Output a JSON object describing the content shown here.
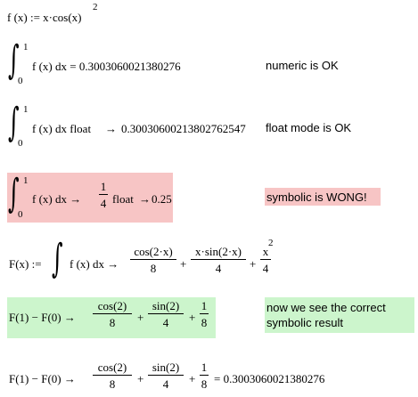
{
  "def_f": {
    "text": "f (x) := x·cos(x)",
    "exponent": "2"
  },
  "int_numeric": {
    "upper": "1",
    "lower": "0",
    "expr": "f (x) dx = 0.3003060021380276",
    "note": "numeric is OK"
  },
  "int_float": {
    "upper": "1",
    "lower": "0",
    "expr": "f (x) dx float",
    "arrow": "→",
    "result": "0.30030600213802762547",
    "note": "float mode is OK"
  },
  "int_symbolic": {
    "upper": "1",
    "lower": "0",
    "expr": "f (x) dx →",
    "frac_num": "1",
    "frac_den": "4",
    "tail": "float",
    "arrow": "→",
    "result": "0.25",
    "note": "symbolic is WONG!"
  },
  "def_F": {
    "lhs": "F(x) :=",
    "integrand": "f (x) dx →",
    "t1_num": "cos(2·x)",
    "t1_den": "8",
    "plus1": "+",
    "t2_num": "x·sin(2·x)",
    "t2_den": "4",
    "plus2": "+",
    "t3_num": "x",
    "t3_exp": "2",
    "t3_den": "4"
  },
  "diff_symbolic": {
    "lhs": "F(1) − F(0) →",
    "t1_num": "cos(2)",
    "t1_den": "8",
    "plus1": "+",
    "t2_num": "sin(2)",
    "t2_den": "4",
    "plus2": "+",
    "t3_num": "1",
    "t3_den": "8",
    "note_line1": "now we see the correct",
    "note_line2": "symbolic result"
  },
  "diff_numeric": {
    "lhs": "F(1) − F(0) →",
    "t1_num": "cos(2)",
    "t1_den": "8",
    "plus1": "+",
    "t2_num": "sin(2)",
    "t2_den": "4",
    "plus2": "+",
    "t3_num": "1",
    "t3_den": "8",
    "result": "= 0.3003060021380276"
  },
  "integral_symbol": "∫",
  "colors": {
    "red_highlight": "#f7c5c5",
    "green_highlight": "#ccf5cc"
  }
}
